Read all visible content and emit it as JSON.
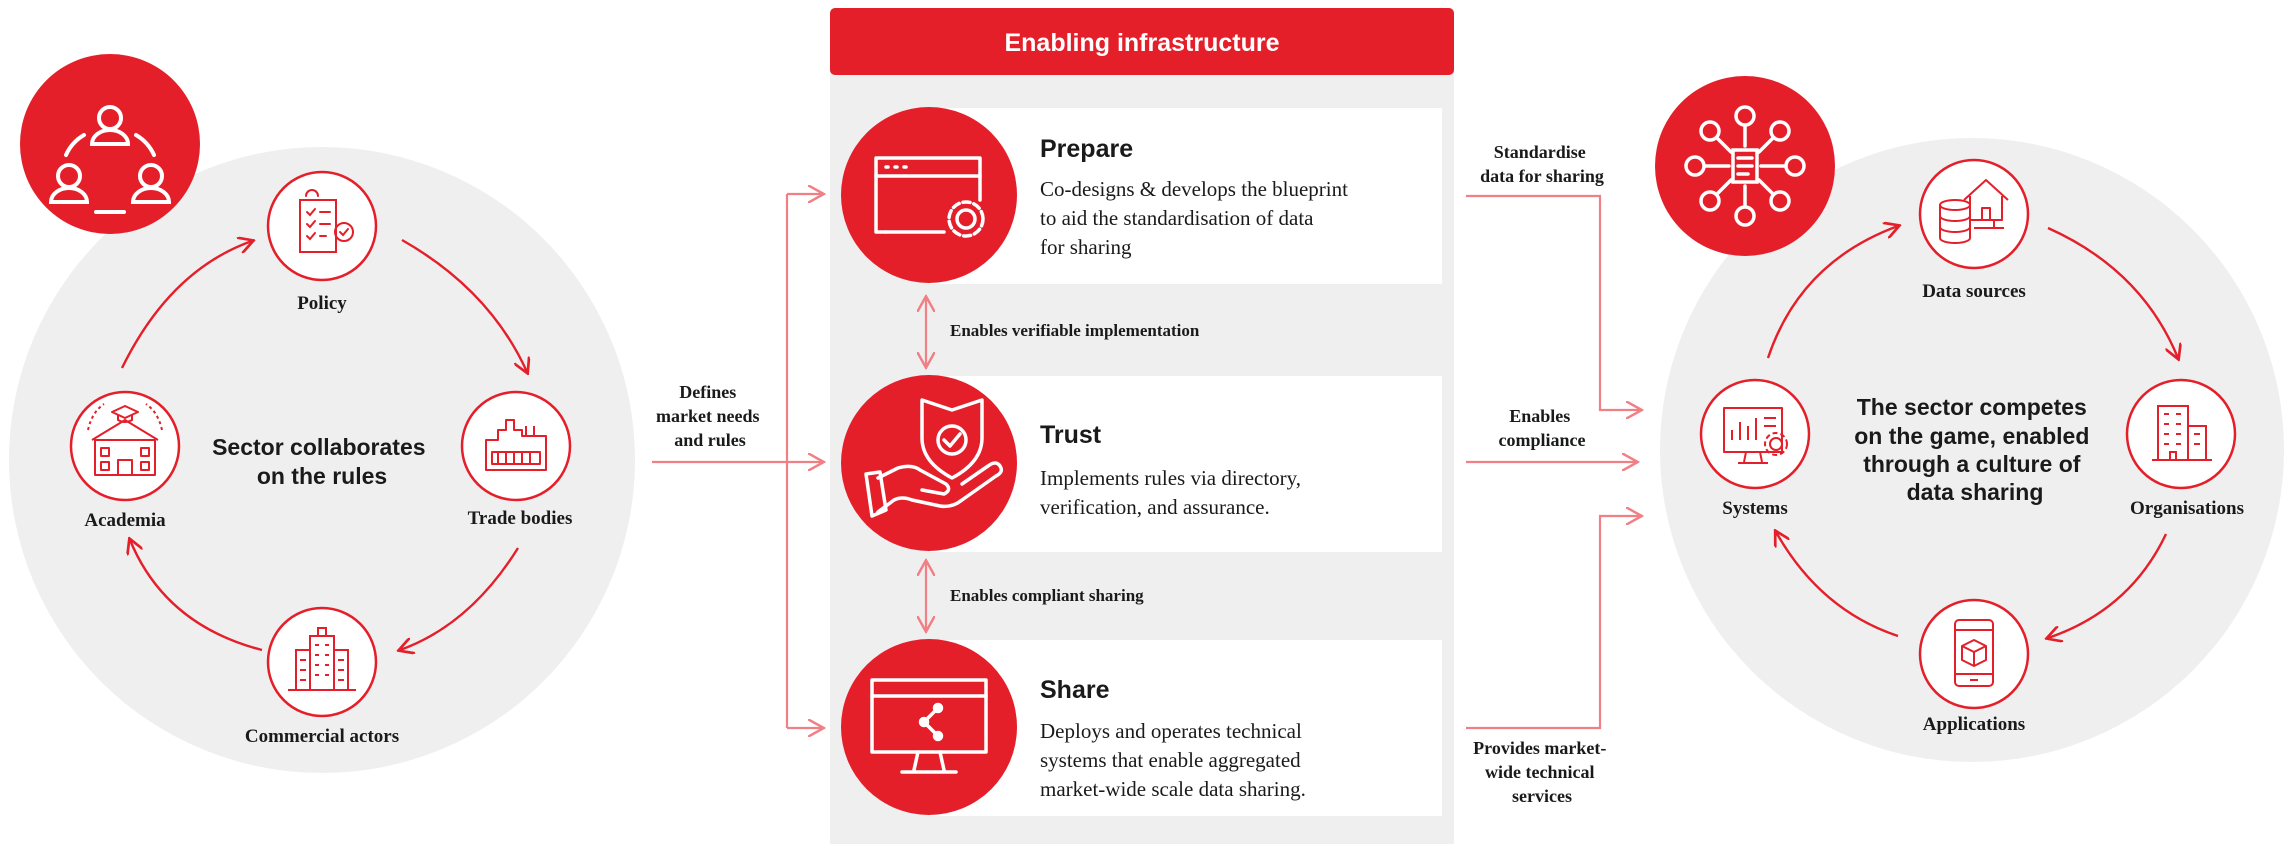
{
  "colors": {
    "accent": "#e41f2a",
    "connector": "#f07f86",
    "panel": "#efefef",
    "card": "#ffffff",
    "text": "#1a1a1a"
  },
  "left": {
    "hub_icon": "people-group-icon",
    "center_text": [
      "Sector collaborates",
      "on the rules"
    ],
    "nodes": {
      "policy": {
        "label": "Policy",
        "icon": "policy-document-icon"
      },
      "trade_bodies": {
        "label": "Trade bodies",
        "icon": "factory-icon"
      },
      "commercial_actors": {
        "label": "Commercial actors",
        "icon": "office-building-icon"
      },
      "academia": {
        "label": "Academia",
        "icon": "academia-building-icon"
      }
    }
  },
  "center": {
    "header": "Enabling infrastructure",
    "input_label": [
      "Defines",
      "market needs",
      "and rules"
    ],
    "cards": {
      "prepare": {
        "title": "Prepare",
        "icon": "browser-gear-icon",
        "body": [
          "Co-designs & develops the blueprint",
          "to aid the standardisation of data",
          "for sharing"
        ]
      },
      "trust": {
        "title": "Trust",
        "icon": "hand-shield-icon",
        "body": [
          "Implements rules via directory,",
          "verification, and assurance."
        ]
      },
      "share": {
        "title": "Share",
        "icon": "monitor-share-icon",
        "body": [
          "Deploys and operates technical",
          "systems that enable aggregated",
          "market-wide scale data sharing."
        ]
      }
    },
    "links": {
      "prepare_trust": "Enables verifiable implementation",
      "trust_share": "Enables compliant sharing"
    }
  },
  "outputs": {
    "standardise": [
      "Standardise",
      "data for sharing"
    ],
    "compliance": [
      "Enables",
      "compliance"
    ],
    "services": [
      "Provides market-",
      "wide technical",
      "services"
    ]
  },
  "right": {
    "hub_icon": "data-network-icon",
    "center_text": [
      "The sector competes",
      "on the game, enabled",
      "through a culture of",
      "data sharing"
    ],
    "nodes": {
      "data_sources": {
        "label": "Data sources",
        "icon": "database-house-icon"
      },
      "organisations": {
        "label": "Organisations",
        "icon": "tower-building-icon"
      },
      "applications": {
        "label": "Applications",
        "icon": "mobile-app-icon"
      },
      "systems": {
        "label": "Systems",
        "icon": "dashboard-gear-icon"
      }
    }
  }
}
